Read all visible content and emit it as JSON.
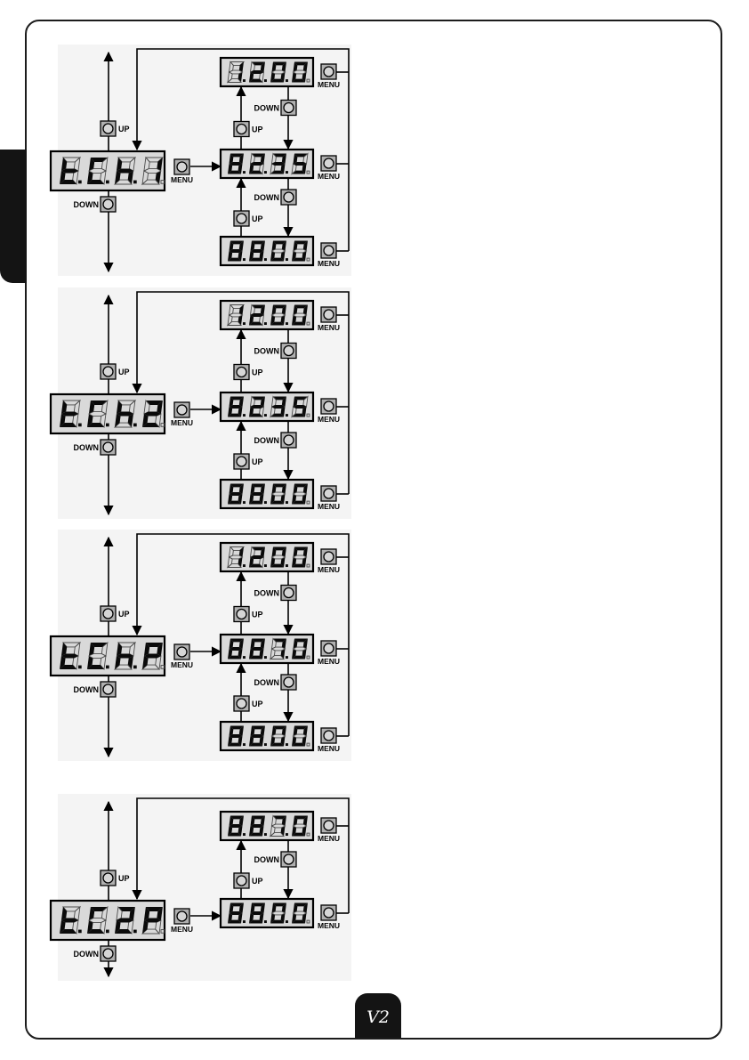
{
  "page": {
    "logo_text": "V2"
  },
  "buttons": {
    "up_label": "UP",
    "down_label": "DOWN",
    "menu_label": "MENU"
  },
  "blocks": [
    {
      "id": "tch1",
      "main_display": "t.C.h.1",
      "values": [
        "1.2.0.0",
        "8.2.3.5",
        "8.8.0.0"
      ]
    },
    {
      "id": "tch2",
      "main_display": "t.C.h.2",
      "values": [
        "1.2.0.0",
        "8.2.3.5",
        "8.8.0.0"
      ]
    },
    {
      "id": "tchp",
      "main_display": "t.C.h.P",
      "values": [
        "1.2.0.0",
        "8.8.7.0",
        "8.8.0.0"
      ]
    },
    {
      "id": "tc2p",
      "main_display": "t.C.2.P",
      "values": [
        "8.8.7.0",
        "8.8.0.0"
      ]
    }
  ]
}
